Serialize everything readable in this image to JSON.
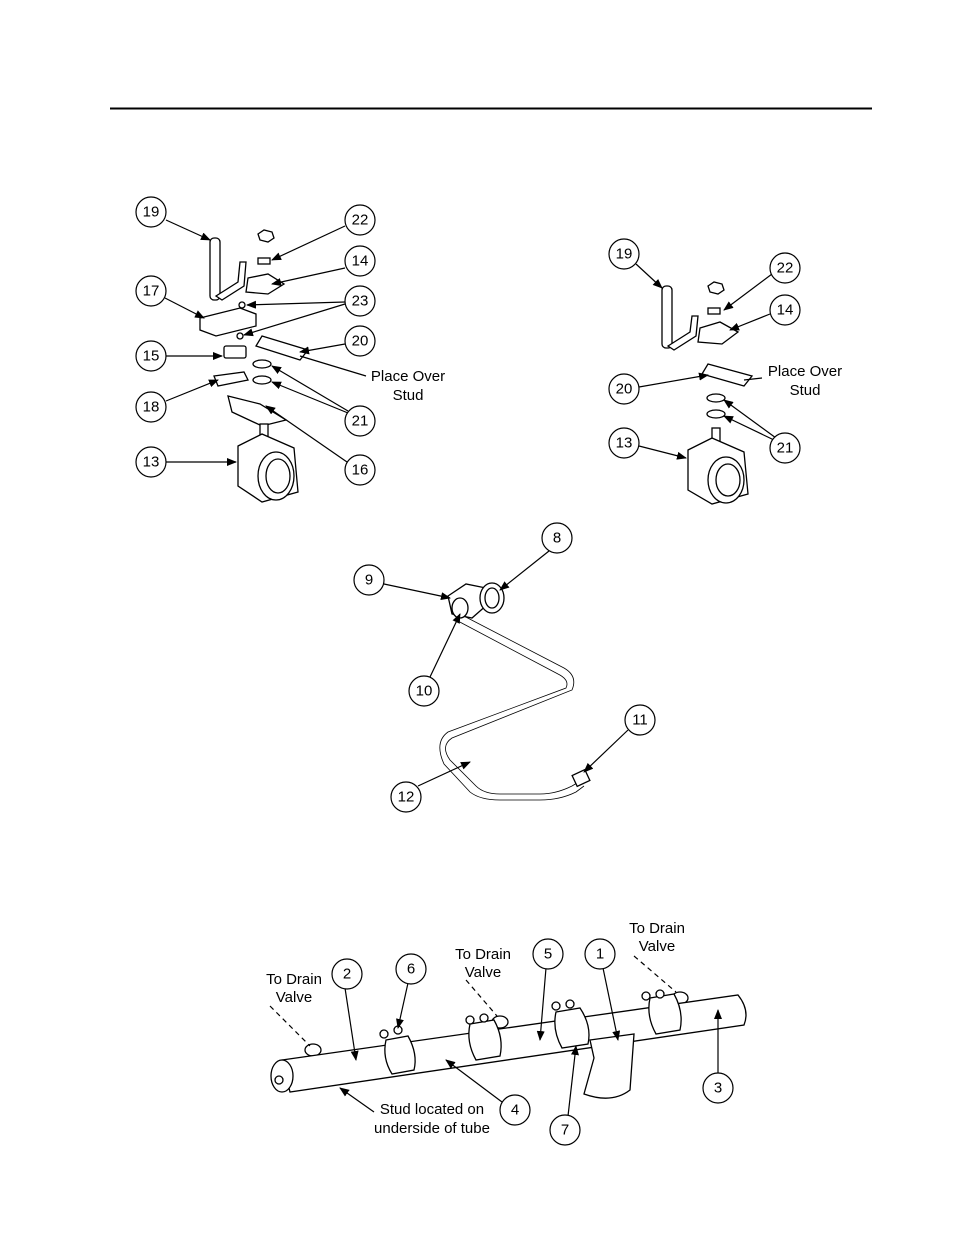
{
  "callouts": {
    "valve_assembly_left": [
      "19",
      "22",
      "14",
      "17",
      "23",
      "15",
      "20",
      "18",
      "21",
      "13",
      "16"
    ],
    "valve_assembly_right": [
      "19",
      "22",
      "14",
      "20",
      "13",
      "21"
    ],
    "drain_tube": [
      "8",
      "9",
      "10",
      "11",
      "12"
    ],
    "manifold": [
      "6",
      "2",
      "5",
      "1",
      "3",
      "4",
      "7"
    ]
  },
  "notes": {
    "place_over_stud_line1": "Place Over",
    "place_over_stud_line2": "Stud",
    "to_drain_valve_line1": "To Drain",
    "to_drain_valve_line2": "Valve",
    "stud_located_line1": "Stud located on",
    "stud_located_line2": "underside of tube"
  }
}
